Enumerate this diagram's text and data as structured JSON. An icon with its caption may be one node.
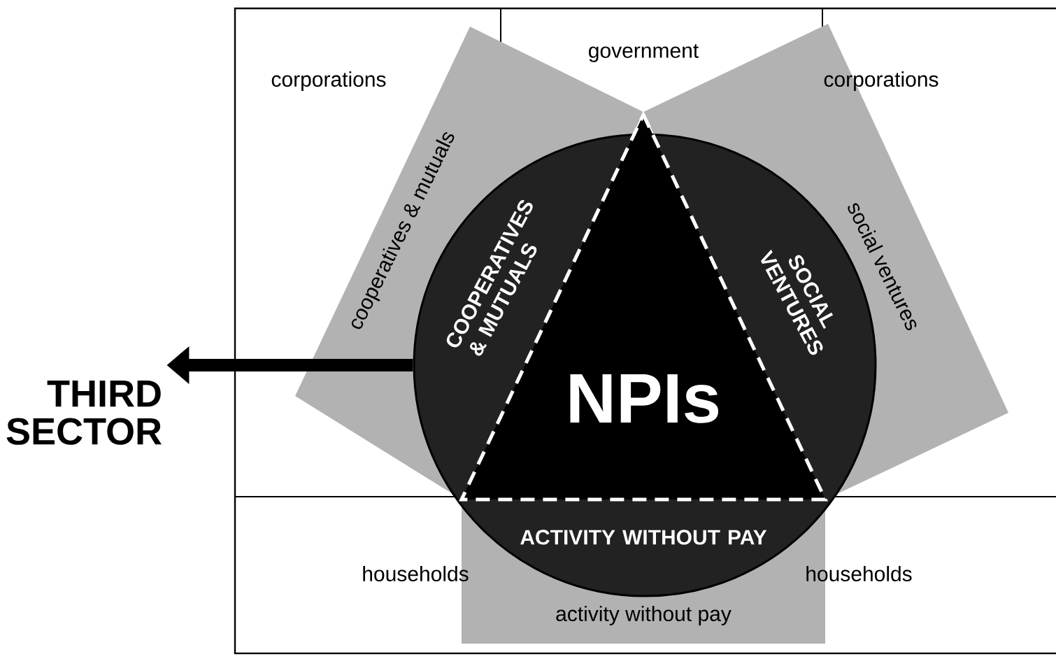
{
  "diagram": {
    "nodes": [
      {
        "text": [
          "THIRD SECTOR"
        ]
      },
      {
        "text": [
          "COOPERATIVES & MUTUALS",
          "SOCIAL VENTURES",
          "ACTIVITY WITHOUT PAY"
        ]
      },
      {
        "text": [
          "NPIs"
        ],
        "in": 1
      },
      {
        "text": [
          "cooperatives & mutuals"
        ]
      },
      {
        "text": [
          "social ventures"
        ]
      },
      {
        "text": [
          "activity without pay"
        ]
      }
    ],
    "edges": [
      {
        "from": 1,
        "to": 0,
        "arrow": "to"
      }
    ],
    "labels": [
      "government",
      "corporations",
      "corporations",
      "households",
      "households"
    ]
  }
}
